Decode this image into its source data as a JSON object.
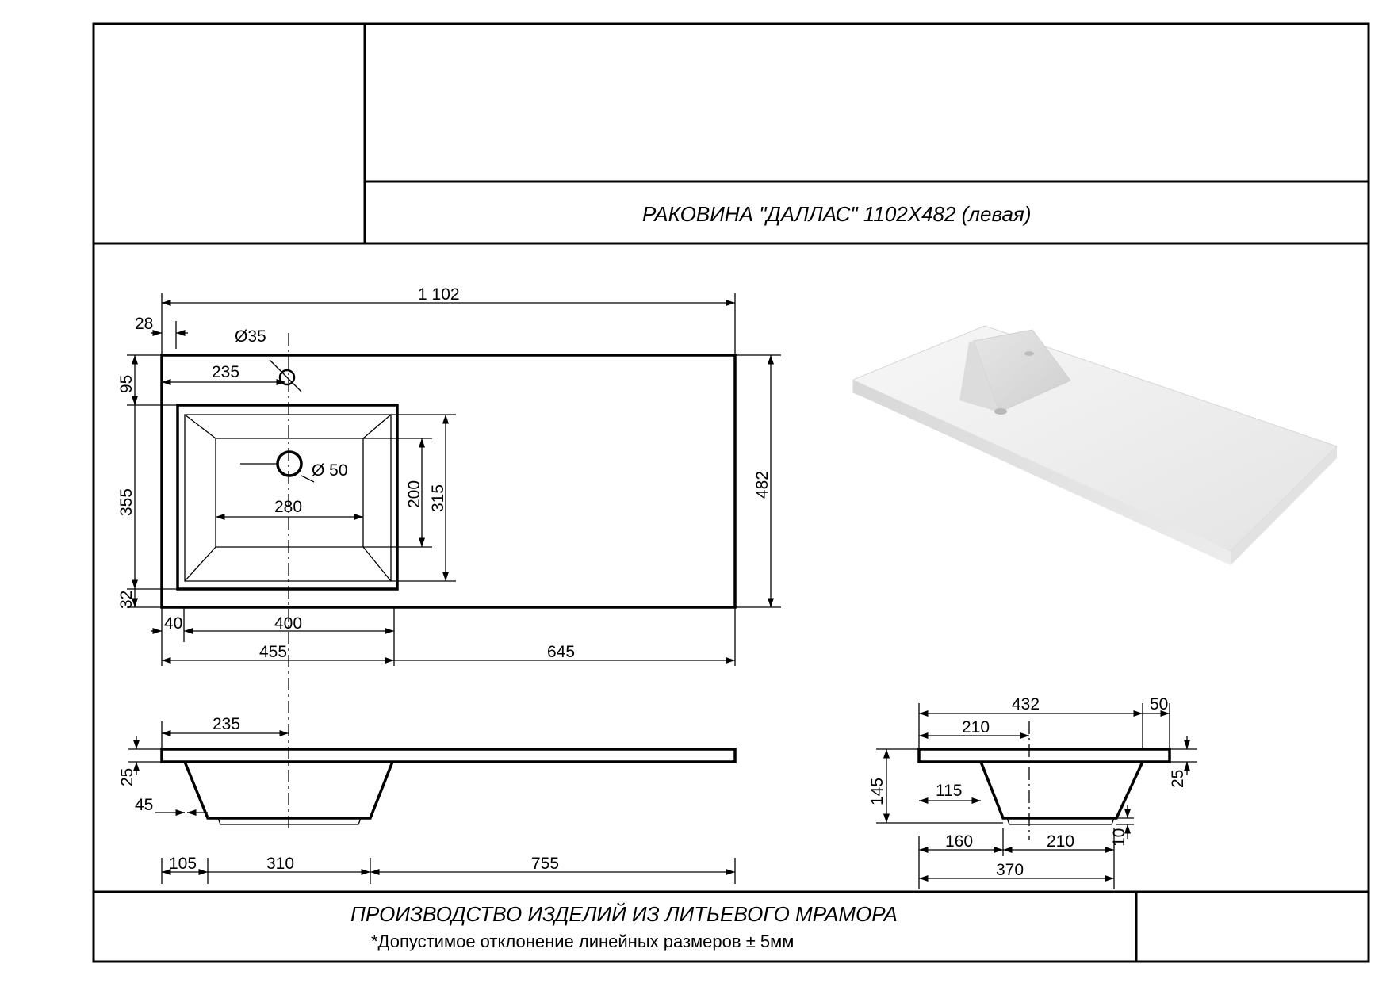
{
  "title_block": {
    "product_title": "РАКОВИНА \"ДАЛЛАС\" 1102Х482 (левая)",
    "footer_title": "ПРОИЗВОДСТВО ИЗДЕЛИЙ ИЗ ЛИТЬЕВОГО МРАМОРА",
    "footer_note": "*Допустимое отклонение линейных размеров  ± 5мм"
  },
  "plan_view": {
    "overall_width": "1 102",
    "tap_offset": "28",
    "tap_hole": "Ø35",
    "tap_from_left": "235",
    "top_margin": "95",
    "bowl_depth_outer": "355",
    "front_margin": "32",
    "drain_hole": "Ø 50",
    "bowl_inner_width": "280",
    "bowl_inner_depth": "200",
    "bowl_mid_depth": "315",
    "overall_depth": "482",
    "left_margin": "40",
    "bowl_outer_width": "400",
    "bowl_section": "455",
    "shelf_width": "645"
  },
  "front_section": {
    "drain_from_left": "235",
    "slab_thickness": "25",
    "wall_offset": "45",
    "left_part": "105",
    "bowl_bottom": "310",
    "right_part": "755"
  },
  "side_section": {
    "overall_depth": "432",
    "back_lip": "50",
    "drain_from_front": "210",
    "bowl_height": "145",
    "inner_offset": "115",
    "slab_thickness": "25",
    "bottom_thickness": "10",
    "front_offset": "160",
    "bottom_width": "210",
    "total_span": "370"
  }
}
